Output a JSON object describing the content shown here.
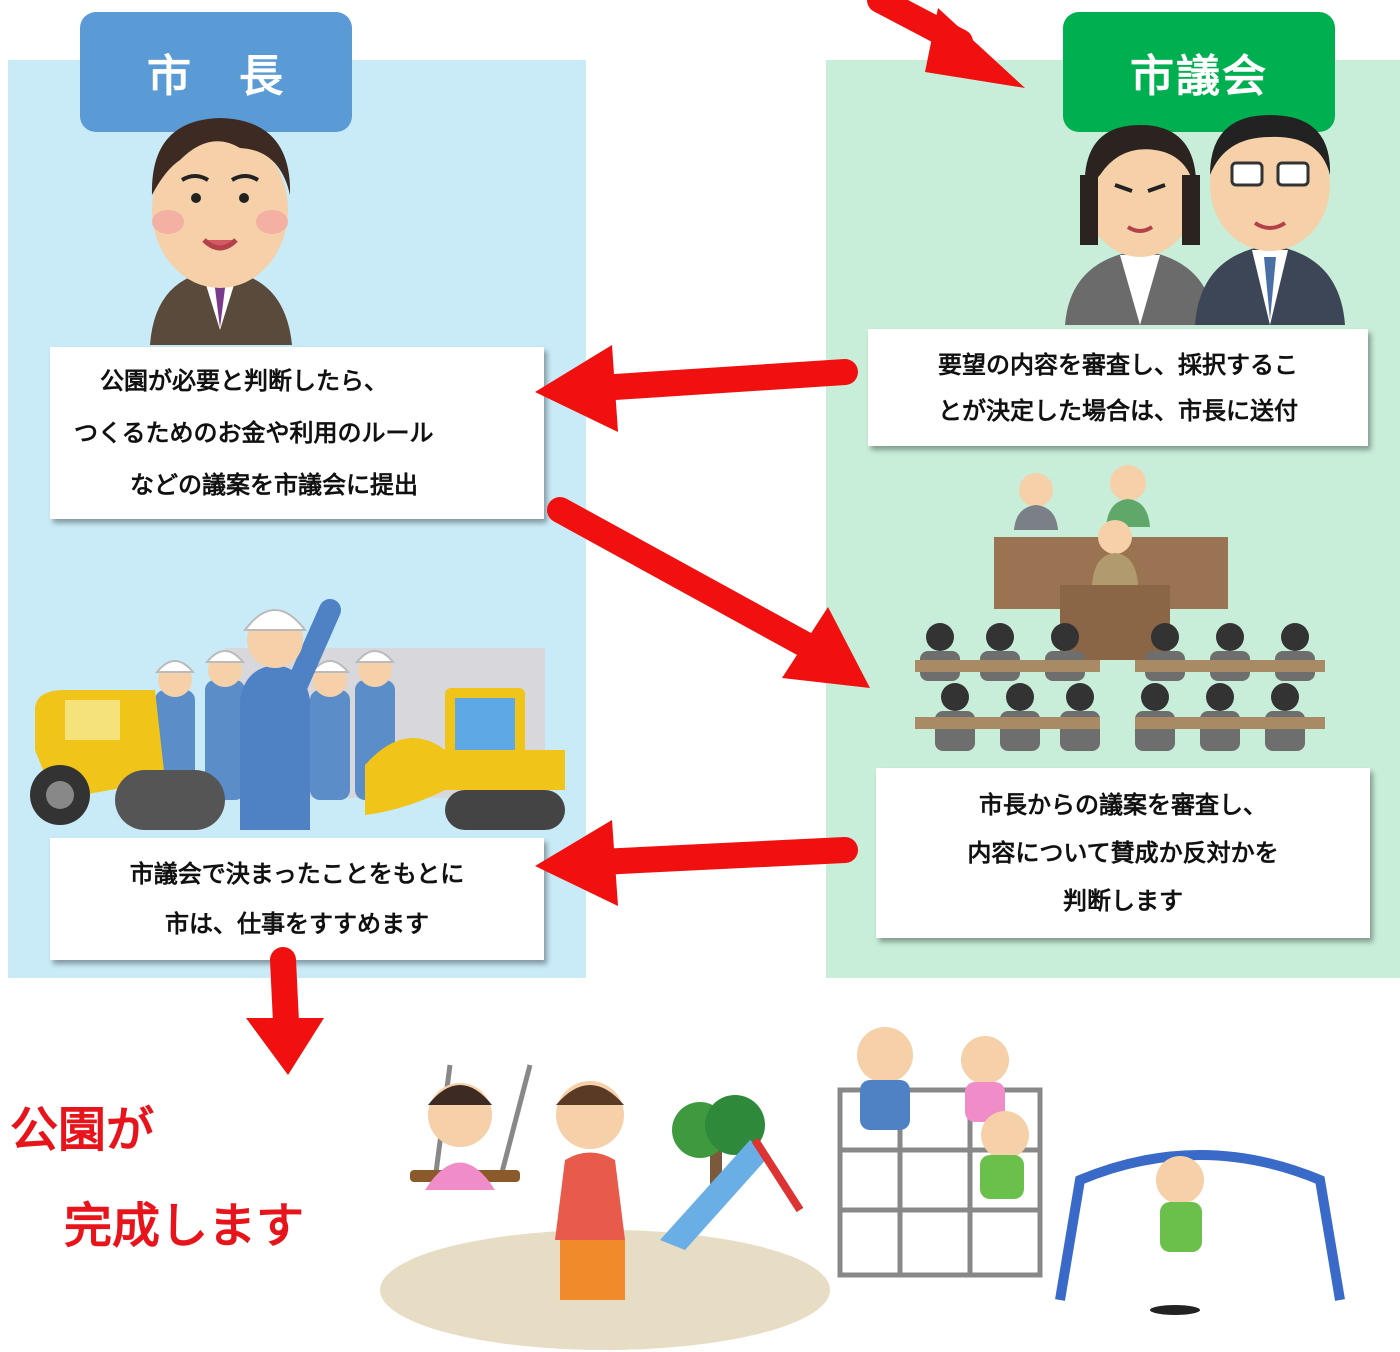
{
  "colors": {
    "mayor_panel_bg": "#c9ebf7",
    "council_panel_bg": "#c8eed9",
    "mayor_header": "#5b9bd5",
    "council_header": "#00b050",
    "arrow": "#f01010",
    "completion_text": "#e8141b"
  },
  "mayor": {
    "header": "市　長"
  },
  "council": {
    "header": "市議会"
  },
  "boxes": {
    "submit": [
      "公園が必要と判断したら、",
      "つくるためのお金や利用のルール",
      "などの議案を市議会に提出"
    ],
    "petition": [
      "要望の内容を審査し、採択するこ",
      "とが決定した場合は、市長に送付"
    ],
    "review": [
      "市長からの議案を審査し、",
      "内容について賛成か反対かを",
      "判断します"
    ],
    "work": [
      "市議会で決まったことをもとに",
      "市は、仕事をすすめます"
    ]
  },
  "completion": [
    "公園が",
    "完成します"
  ],
  "icons": {
    "mayor": "mayor-illustration",
    "council_members": "council-members-illustration",
    "assembly": "assembly-hall-illustration",
    "construction": "construction-workers-illustration",
    "park": "park-playground-illustration"
  }
}
